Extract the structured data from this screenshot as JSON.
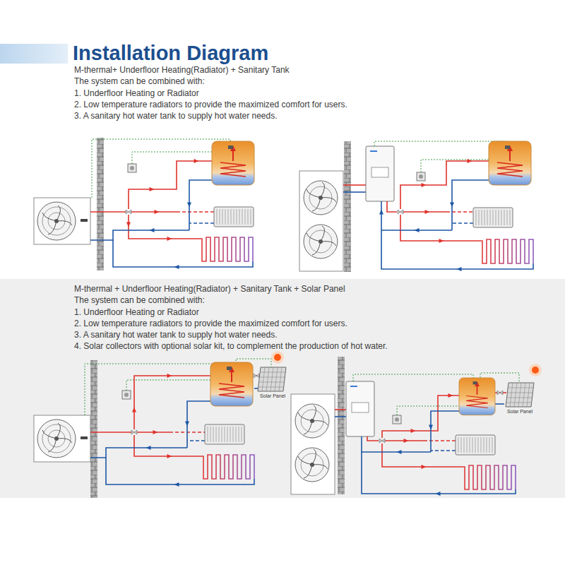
{
  "diagram": {
    "title": "Installation Diagram",
    "nodes": [
      {
        "text": [
          "M-thermal + Underfloor Heating(Radiator) + Sanitary Tank + Solar Panel",
          "The system can be combined with:",
          "1. Underfloor Heating or Radiator",
          "2. Low temperature radiators to provide the maximized comfort for users.",
          "3. A sanitary hot water tank to supply hot water needs.",
          "4. Solar collectors with optional solar kit, to complement the production of hot water."
        ]
      },
      {
        "text": [
          "Solar Panel"
        ],
        "in": 0
      },
      {
        "text": [
          "Solar Panel"
        ],
        "in": 0
      }
    ],
    "labels": [
      "M-thermal+ Underfloor Heating(Radiator) + Sanitary Tank",
      "The system can be combined with:",
      "1. Underfloor Heating or Radiator",
      "2. Low temperature radiators to provide the maximized comfort for users.",
      "3. A sanitary hot water tank to supply hot water needs."
    ]
  }
}
